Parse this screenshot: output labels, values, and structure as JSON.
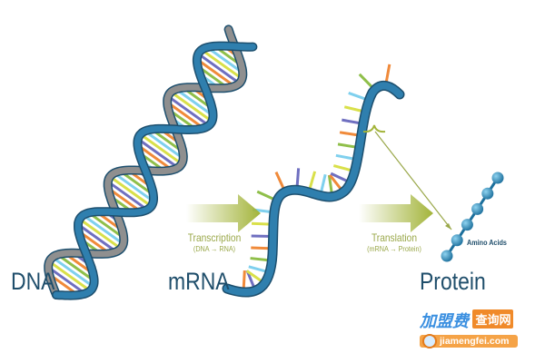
{
  "labels": {
    "dna": "DNA",
    "mrna": "mRNA",
    "protein": "Protein",
    "amino_acids": "Amino Acids"
  },
  "steps": [
    {
      "title": "Transcription",
      "subtitle": "(DNA → RNA)"
    },
    {
      "title": "Translation",
      "subtitle": "(mRNA → Protein)"
    }
  ],
  "watermark": {
    "brand": "加盟费",
    "tag": "查询网",
    "url": "jiamengfei.com"
  },
  "colors": {
    "strand_blue": "#2f7fae",
    "strand_gray": "#8f8f8f",
    "arrow_green": "#a3b43a",
    "bead_blue": "#2a86b5",
    "rungs": [
      "#f08a3a",
      "#6f6fc0",
      "#d9e04a",
      "#7fd0ee",
      "#8fbf4a"
    ]
  }
}
